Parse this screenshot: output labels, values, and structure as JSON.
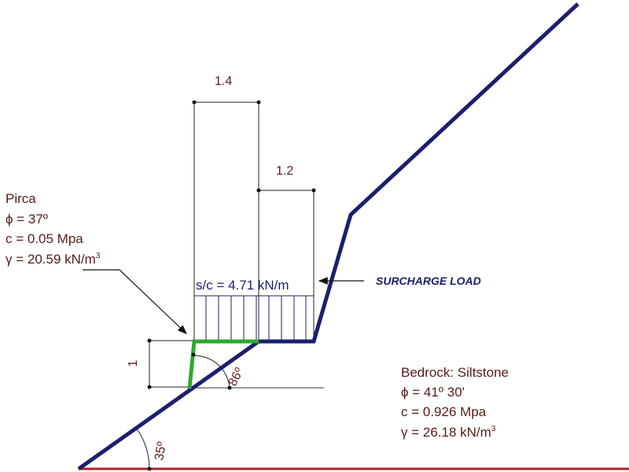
{
  "dimensions": {
    "top_width": "1.4",
    "step_width": "1.2",
    "wall_height": "1",
    "wall_angle": "86º",
    "slope_angle": "35º"
  },
  "fill_material": {
    "name": "Pirca",
    "phi": "ϕ = 37º",
    "c": "c = 0.05 Mpa",
    "gamma_prefix": "γ = 20.59 kN/m",
    "gamma_exp": "3"
  },
  "surcharge": {
    "value": "s/c = 4.71 kN/m",
    "label": "SURCHARGE LOAD"
  },
  "bedrock": {
    "name": "Bedrock: Siltstone",
    "phi": "ϕ = 41º 30'",
    "c": "c = 0.926 Mpa",
    "gamma_prefix": "γ = 26.18 kN/m",
    "gamma_exp": "3"
  },
  "colors": {
    "slope": "#1c1f6e",
    "wall": "#2fa82f",
    "ground": "#b22222",
    "text": "#5a1a1a",
    "thin": "#222222"
  }
}
